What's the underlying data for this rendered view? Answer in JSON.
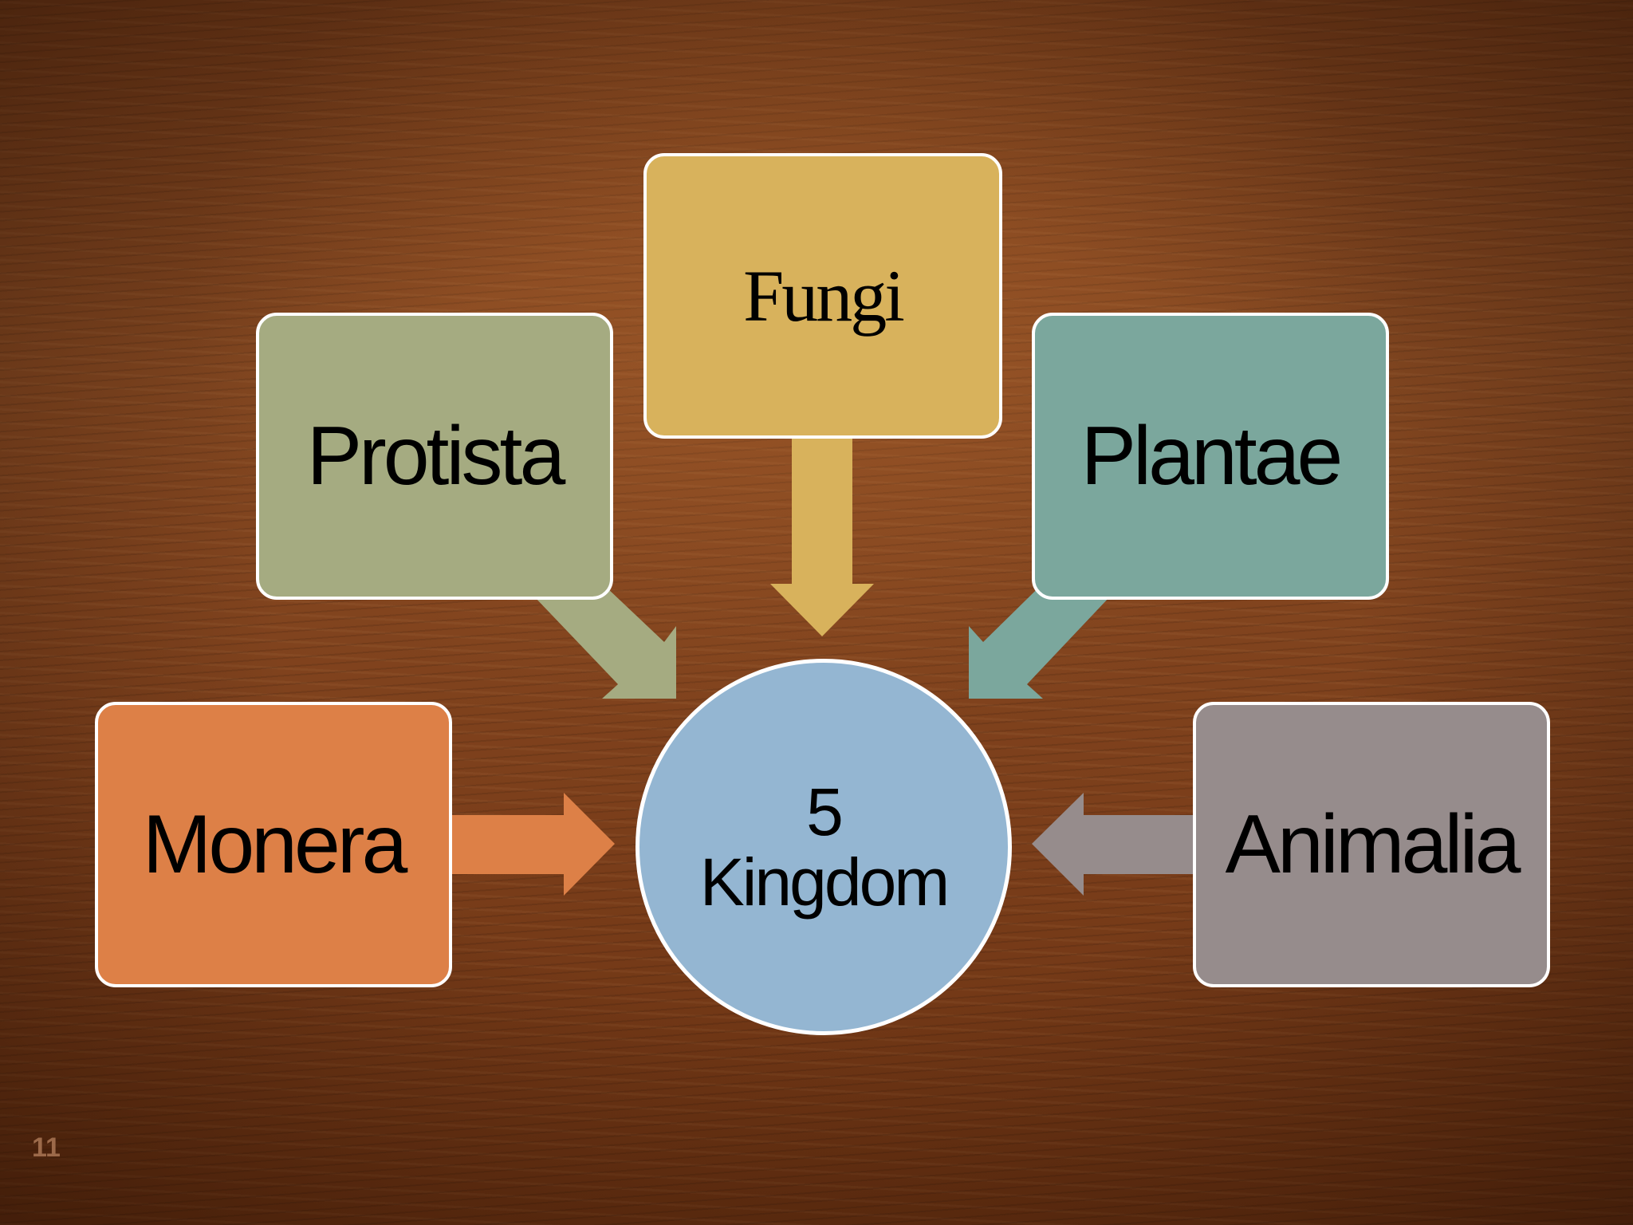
{
  "diagram": {
    "center": {
      "line1": "5",
      "line2": "Kingdom",
      "color": "#94b6d2"
    },
    "kingdoms": [
      {
        "key": "monera",
        "label": "Monera",
        "color": "#dd8047"
      },
      {
        "key": "protista",
        "label": "Protista",
        "color": "#a5ab81"
      },
      {
        "key": "fungi",
        "label": "Fungi",
        "color": "#d8b25c"
      },
      {
        "key": "plantae",
        "label": "Plantae",
        "color": "#7ba79d"
      },
      {
        "key": "animalia",
        "label": "Animalia",
        "color": "#968c8c"
      }
    ],
    "border_color": "#ffffff"
  },
  "slide": {
    "page_number": "11"
  }
}
